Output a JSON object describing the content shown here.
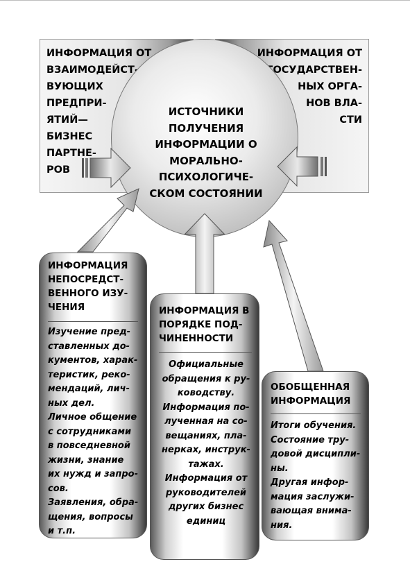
{
  "left_box": {
    "lines": [
      "ИНФОРМАЦИЯ ОТ",
      "ВЗАИМОДЕЙСТ-",
      "ВУЮЩИХ",
      "ПРЕДПРИ-",
      "ЯТИЙ—",
      "БИЗНЕС",
      "ПАРТНЕ-",
      "РОВ"
    ]
  },
  "right_box": {
    "lines": [
      "ИНФОРМАЦИЯ ОТ",
      "ГОСУДАРСТВЕН-",
      "НЫХ ОРГА-",
      "НОВ ВЛА-",
      "СТИ"
    ]
  },
  "center": {
    "lines": [
      "ИСТОЧНИКИ",
      "ПОЛУЧЕНИЯ",
      "ИНФОРМАЦИИ О",
      "МОРАЛЬНО-",
      "ПСИХОЛОГИЧЕ-",
      "СКОМ СОСТОЯНИИ"
    ]
  },
  "card_direct": {
    "title": "ИНФОРМАЦИЯ\nНЕПОСРЕДСТ-\nВЕННОГО ИЗУ-\nЧЕНИЯ",
    "body": "Изучение пред-\nставленных до-\nкументов, харак-\nтеристик, реко-\nмендаций, лич-\nных дел.\nЛичное общение\nс сотрудниками\nв повседневной\nжизни, знание\nих нужд и запро-\nсов.\nЗаявления, обра-\nщения, вопросы\nи т.п."
  },
  "card_subordination": {
    "title": "ИНФОРМАЦИЯ В\nПОРЯДКЕ ПОД-\nЧИНЕННОСТИ",
    "body": "Официальные\nобращения к ру-\nководству.\nИнформация по-\nлученная на со-\nвещаниях, пла-\nнерках, инструк-\nтажах.\nИнформация от\nруководителей\nдругих бизнес\nединиц"
  },
  "card_summary": {
    "title": "ОБОБЩЕННАЯ\nИНФОРМАЦИЯ",
    "body": "Итоги обучения.\nСостояние тру-\nдовой дисципли-\nны.\nДругая инфор-\nмация заслужи-\nвающая внима-\nния."
  }
}
